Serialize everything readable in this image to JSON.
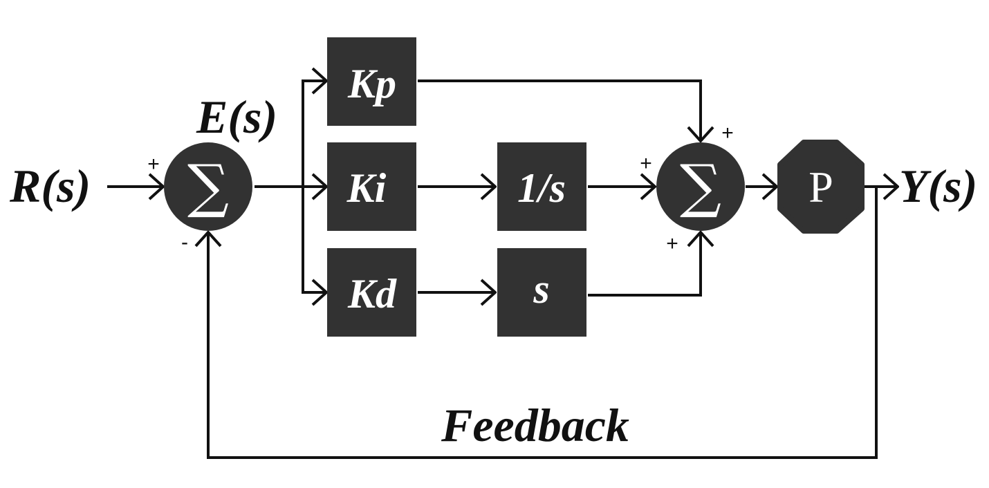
{
  "colors": {
    "block": "#323232",
    "line": "#111111",
    "block_text": "#ffffff",
    "background": "#ffffff"
  },
  "labels": {
    "input": "R(s)",
    "error": "E(s)",
    "output": "Y(s)",
    "feedback": "Feedback"
  },
  "blocks": {
    "kp": "Kp",
    "ki": "Ki",
    "kd": "Kd",
    "integrator": "1/s",
    "differentiator": "s",
    "plant": "P"
  },
  "summing_junctions": {
    "error_sum": {
      "symbol": "∑",
      "signs": {
        "input": "+",
        "feedback": "-"
      }
    },
    "controller_sum": {
      "symbol": "∑",
      "signs": {
        "top": "+",
        "left": "+",
        "bottom": "+"
      }
    }
  }
}
